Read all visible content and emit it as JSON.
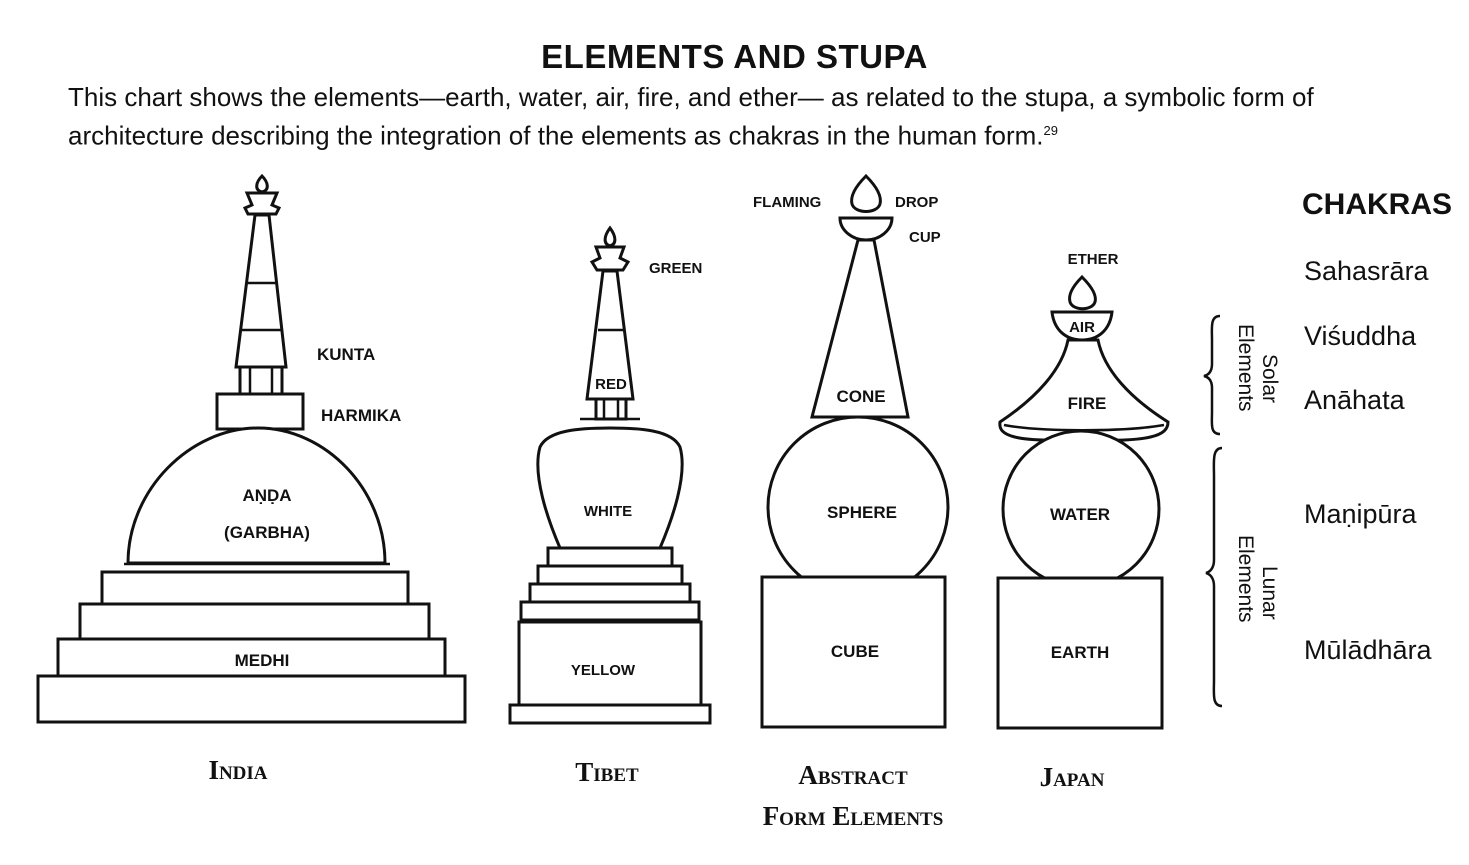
{
  "title": "ELEMENTS AND STUPA",
  "subtitle": "This chart shows the elements—earth, water, air, fire, and ether— as related to the stupa, a symbolic form of architecture describing the integration of the elements as chakras in the human form.",
  "footnote": "29",
  "india": {
    "caption": "India",
    "kunta": "KUNTA",
    "harmika": "HARMIKA",
    "anda": "AṆḌA",
    "garbha": "(GARBHA)",
    "medhi": "MEDHI"
  },
  "tibet": {
    "caption": "Tibet",
    "green": "GREEN",
    "red": "RED",
    "white": "WHITE",
    "yellow": "YELLOW"
  },
  "abstract": {
    "caption1": "Abstract",
    "caption2": "Form Elements",
    "flaming": "FLAMING",
    "drop": "DROP",
    "cup": "CUP",
    "cone": "CONE",
    "sphere": "SPHERE",
    "cube": "CUBE"
  },
  "japan": {
    "caption": "Japan",
    "ether": "ETHER",
    "air": "AIR",
    "fire": "FIRE",
    "water": "WATER",
    "earth": "EARTH"
  },
  "chakras": {
    "heading": "CHAKRAS",
    "sahasrara": "Sahasrāra",
    "visuddha": "Viśuddha",
    "anahata": "Anāhata",
    "manipura": "Maṇipūra",
    "muladhara": "Mūlādhāra"
  },
  "groups": {
    "solar": [
      "Solar",
      "Elements"
    ],
    "lunar": [
      "Lunar",
      "Elements"
    ]
  }
}
